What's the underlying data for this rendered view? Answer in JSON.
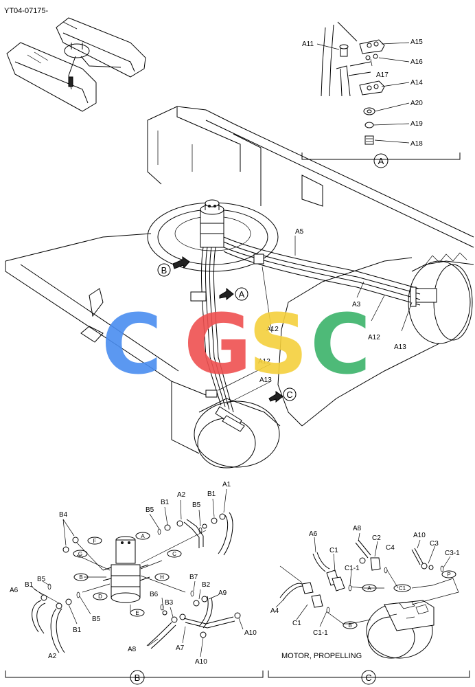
{
  "doc_id": "YT04-07175-",
  "watermark": {
    "letters": [
      "C",
      "G",
      "S",
      "C"
    ],
    "colors": [
      "#4a8df0",
      "#ef5050",
      "#f5d03c",
      "#3bb36a"
    ]
  },
  "callouts": {
    "main_A": "A",
    "main_B": "B",
    "main_C": "C",
    "detail_A": "A",
    "detail_B": "B",
    "detail_C": "C"
  },
  "main_labels": {
    "A5": "A5",
    "A3": "A3",
    "A12a": "A12",
    "A12b": "A12",
    "A13a": "A13",
    "A12c": "A12",
    "A13b": "A13"
  },
  "detail_a_labels": {
    "A11": "A11",
    "A15": "A15",
    "A16": "A16",
    "A17": "A17",
    "A14": "A14",
    "A20": "A20",
    "A19": "A19",
    "A18": "A18"
  },
  "detail_b_labels": {
    "B4": "B4",
    "B5a": "B5",
    "B1a": "B1",
    "A2top": "A2",
    "B5b": "B5",
    "B1b": "B1",
    "A1": "A1",
    "B5c": "B5",
    "A6": "A6",
    "B1c": "B1",
    "A2": "A2",
    "B1d": "B1",
    "B5d": "B5",
    "B7": "B7",
    "B2": "B2",
    "A9": "A9",
    "B6": "B6",
    "B3": "B3",
    "A8": "A8",
    "A7": "A7",
    "A10a": "A10",
    "A10b": "A10"
  },
  "detail_b_ovals": {
    "A": "A",
    "F": "F",
    "C": "C",
    "G": "G",
    "B": "B",
    "H": "H",
    "D": "D",
    "E": "E"
  },
  "detail_c_labels": {
    "A6": "A6",
    "A8": "A8",
    "C2": "C2",
    "A10": "A10",
    "C3": "C3",
    "C31": "C3-1",
    "C1a": "C1",
    "C4": "C4",
    "C11a": "C1-1",
    "A4": "A4",
    "C1b": "C1",
    "C11b": "C1-1"
  },
  "detail_c_ovals": {
    "P": "P",
    "A": "A",
    "C1": "C1",
    "B": "B"
  },
  "motor_caption": "MOTOR, PROPELLING"
}
